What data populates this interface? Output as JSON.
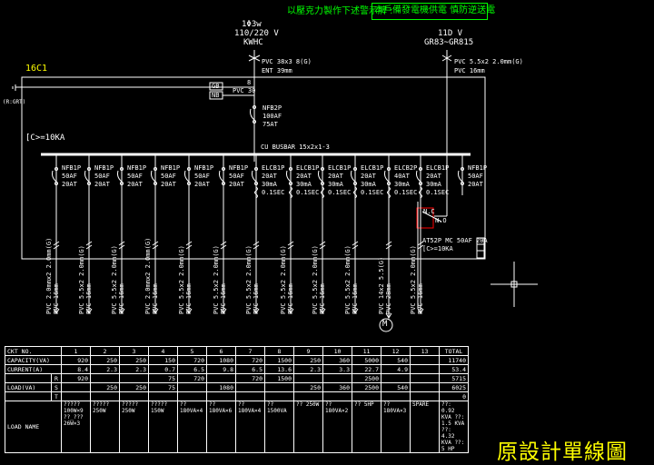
{
  "header": {
    "note_prefix": "以壓克力製作下述警示牌 :",
    "note_boxed": "本戶備發電機供電 慎防逆送電"
  },
  "panel": {
    "name": "16C1",
    "fault_level": "[C>=10KA",
    "ground_label": "(R:GRT)"
  },
  "supply_main": {
    "phase": "1Φ3w",
    "voltage": "110/220 V",
    "meter": "KWHC",
    "cable": "PVC 38x3 8(G)",
    "conduit": "ENT 39mm"
  },
  "supply_gen": {
    "voltage": "11D V",
    "source": "GR83~GR815",
    "cable": "PVC 5.5x2 2.0mm(G)",
    "conduit": "PVC 16mm"
  },
  "ground": {
    "g_bar": "GB",
    "n_bar": "NB",
    "count": "8",
    "conduit": "PVC 30"
  },
  "main_breaker": {
    "type": "NFB2P",
    "frame": "100AF",
    "trip": "75AT"
  },
  "busbar_label": "CU BUSBAR 15x2x1-3",
  "branches": [
    {
      "type": "NFB1P",
      "frame": "50AF",
      "trip": "20AT",
      "sens": "",
      "delay": "",
      "cable": "PVC 2.0mmx2 2.0mm(G)",
      "conduit": "PVC 16mm"
    },
    {
      "type": "NFB1P",
      "frame": "50AF",
      "trip": "20AT",
      "sens": "",
      "delay": "",
      "cable": "PVC 5.5x2 2.0mm(G)",
      "conduit": "PVC 16mm"
    },
    {
      "type": "NFB1P",
      "frame": "50AF",
      "trip": "20AT",
      "sens": "",
      "delay": "",
      "cable": "PVC 5.5x2 2.0mm(G)",
      "conduit": "PVC 16mm"
    },
    {
      "type": "NFB1P",
      "frame": "50AF",
      "trip": "20AT",
      "sens": "",
      "delay": "",
      "cable": "PVC 2.0mmx2 2.0mm(G)",
      "conduit": "PVC 16mm"
    },
    {
      "type": "NFB1P",
      "frame": "50AF",
      "trip": "20AT",
      "sens": "",
      "delay": "",
      "cable": "PVC 5.5x2 2.0mm(G)",
      "conduit": "PVC 16mm"
    },
    {
      "type": "NFB1P",
      "frame": "50AF",
      "trip": "20AT",
      "sens": "",
      "delay": "",
      "cable": "PVC 5.5x2 2.0mm(G)",
      "conduit": "PVC 16mm"
    },
    {
      "type": "ELCB1P",
      "frame": "20AT",
      "trip": "30mA",
      "sens": "0.1SEC",
      "delay": "",
      "cable": "PVC 5.5x2 2.0mm(G)",
      "conduit": "PVC 16mm"
    },
    {
      "type": "ELCB1P",
      "frame": "20AT",
      "trip": "30mA",
      "sens": "0.1SEC",
      "delay": "",
      "cable": "PVC 5.5x2 2.0mm(G)",
      "conduit": "PVC 16mm"
    },
    {
      "type": "ELCB1P",
      "frame": "20AT",
      "trip": "30mA",
      "sens": "0.1SEC",
      "delay": "",
      "cable": "PVC 5.5x2 2.0mm(G)",
      "conduit": "PVC 16mm"
    },
    {
      "type": "ELCB1P",
      "frame": "20AT",
      "trip": "30mA",
      "sens": "0.1SEC",
      "delay": "",
      "cable": "PVC 5.5x2 2.0mm(G)",
      "conduit": "PVC 16mm"
    },
    {
      "type": "ELCB2P",
      "frame": "40AT",
      "trip": "30mA",
      "sens": "0.1SEC",
      "delay": "",
      "cable": "PVC 14x2 5.5(G)",
      "conduit": "PVC 28mm"
    },
    {
      "type": "ELCB1P",
      "frame": "20AT",
      "trip": "30mA",
      "sens": "0.1SEC",
      "delay": "",
      "cable": "PVC 5.5x2 2.0mm(G)",
      "conduit": "PVC 16mm"
    },
    {
      "type": "NFB1P",
      "frame": "50AF",
      "trip": "20AT",
      "sens": "",
      "delay": "",
      "cable": "",
      "conduit": ""
    }
  ],
  "motor_symbol": "M",
  "ats": {
    "nc": "N.C",
    "no": "N.O",
    "label": "AT52P MC 50AF 20A",
    "fault": "[C>=10KA"
  },
  "watermark": "原設計單線圖",
  "schedule": {
    "header": [
      "CKT NO.",
      "1",
      "2",
      "3",
      "4",
      "5",
      "6",
      "7",
      "8",
      "9",
      "10",
      "11",
      "12",
      "13",
      "TOTAL"
    ],
    "rows": [
      {
        "label": "CAPACITY(VA)",
        "sub": "",
        "cells": [
          "920",
          "250",
          "250",
          "150",
          "720",
          "1080",
          "720",
          "1500",
          "250",
          "360",
          "5000",
          "540",
          "",
          "11740"
        ]
      },
      {
        "label": "CURRENT(A)",
        "sub": "",
        "cells": [
          "8.4",
          "2.3",
          "2.3",
          "0.7",
          "6.5",
          "9.8",
          "6.5",
          "13.6",
          "2.3",
          "3.3",
          "22.7",
          "4.9",
          "",
          "53.4"
        ]
      },
      {
        "label": "",
        "sub": "R",
        "cells": [
          "920",
          "",
          "",
          "75",
          "720",
          "",
          "720",
          "1500",
          "",
          "",
          "2500",
          "",
          "",
          "5715"
        ]
      },
      {
        "label": "LOAD(VA)",
        "sub": "S",
        "cells": [
          "",
          "250",
          "250",
          "75",
          "",
          "1080",
          "",
          "",
          "250",
          "360",
          "2500",
          "540",
          "",
          "6025"
        ]
      },
      {
        "label": "",
        "sub": "T",
        "cells": [
          "",
          "",
          "",
          "",
          "",
          "",
          "",
          "",
          "",
          "",
          "",
          "",
          "",
          "0"
        ]
      }
    ],
    "load_label": "LOAD NAME",
    "load_names": [
      "????? 100W×9 ??_??? 26W×3",
      "????? 250W",
      "????? 250W",
      "????? 150W",
      "?? 180VA×4",
      "?? 180VA×6",
      "?? 180VA×4",
      "?? 1500VA",
      "?? 250W",
      "?? 180VA×2",
      "?? 5HP",
      "?? 180VA×3",
      "SPARE",
      "??: 0.92 KVA ??: 1.5 KVA ??: 4.32 KVA ??: 5 HP"
    ]
  }
}
